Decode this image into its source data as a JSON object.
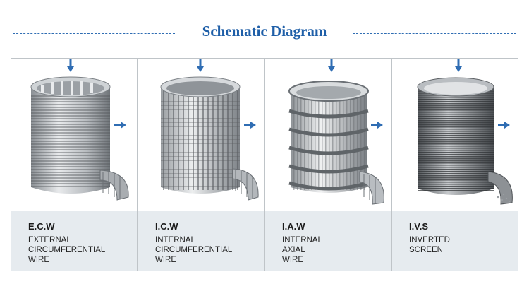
{
  "header": {
    "title": "Schematic Diagram"
  },
  "panels": [
    {
      "code": "E.C.W",
      "lines": [
        "EXTERNAL",
        "CIRCUMFERENTIAL",
        "WIRE"
      ]
    },
    {
      "code": "I.C.W",
      "lines": [
        "INTERNAL",
        "CIRCUMFERENTIAL",
        "WIRE"
      ]
    },
    {
      "code": "I.A.W",
      "lines": [
        "INTERNAL",
        "AXIAL",
        "WIRE"
      ]
    },
    {
      "code": "I.V.S",
      "lines": [
        "INVERTED",
        "SCREEN"
      ]
    }
  ],
  "colors": {
    "accent": "#1f5fa8",
    "arrow": "#2f6db3",
    "label_bg": "#e6ebef"
  }
}
